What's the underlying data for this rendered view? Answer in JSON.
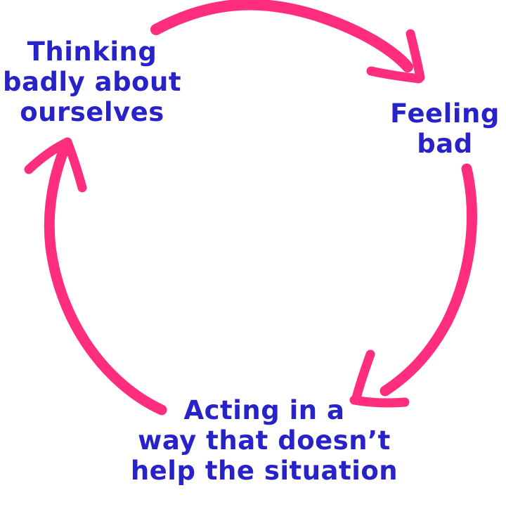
{
  "diagram": {
    "title": "negative-thought-cycle",
    "colors": {
      "text_blue": "#2823C8",
      "arrow_pink": "#FF2D7D",
      "background": "#FFFFFF"
    },
    "nodes": [
      {
        "id": "thinking-badly",
        "lines": [
          "Thinking",
          "badly about",
          "ourselves"
        ]
      },
      {
        "id": "feeling-bad",
        "lines": [
          "Feeling",
          "bad"
        ]
      },
      {
        "id": "acting-unhelpfully",
        "lines": [
          "Acting in a",
          "way that doesn’t",
          "help the situation"
        ]
      }
    ],
    "arrows": [
      {
        "name": "arrow-thinking-to-feeling",
        "from": "thinking-badly",
        "to": "feeling-bad"
      },
      {
        "name": "arrow-feeling-to-acting",
        "from": "feeling-bad",
        "to": "acting-unhelpfully"
      },
      {
        "name": "arrow-acting-to-thinking",
        "from": "acting-unhelpfully",
        "to": "thinking-badly"
      }
    ]
  }
}
